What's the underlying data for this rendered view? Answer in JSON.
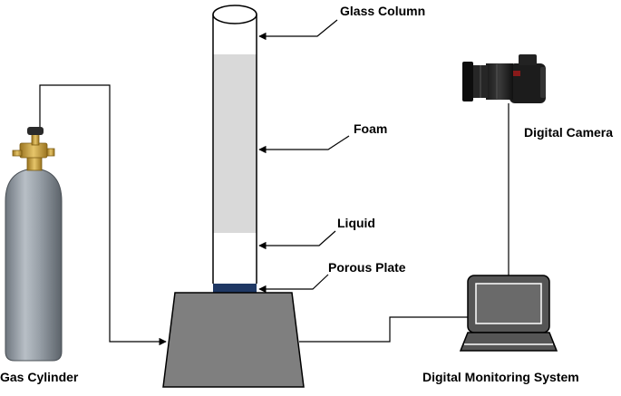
{
  "labels": {
    "glass_column": "Glass Column",
    "foam": "Foam",
    "liquid": "Liquid",
    "porous_plate": "Porous Plate",
    "digital_camera": "Digital Camera",
    "gas_cylinder": "Gas Cylinder",
    "digital_monitoring_system": "Digital Monitoring System"
  },
  "colors": {
    "line": "#000000",
    "foam_fill": "#d9d9d9",
    "porous_plate": "#1f3864",
    "base_fill": "#7f7f7f",
    "cylinder_body": "#8c959e",
    "valve_brass": "#c8a040",
    "laptop_fill": "#5a5a5a"
  },
  "icons": {
    "camera": "camera-icon",
    "laptop": "laptop-icon",
    "cylinder": "gas-cylinder-icon"
  }
}
